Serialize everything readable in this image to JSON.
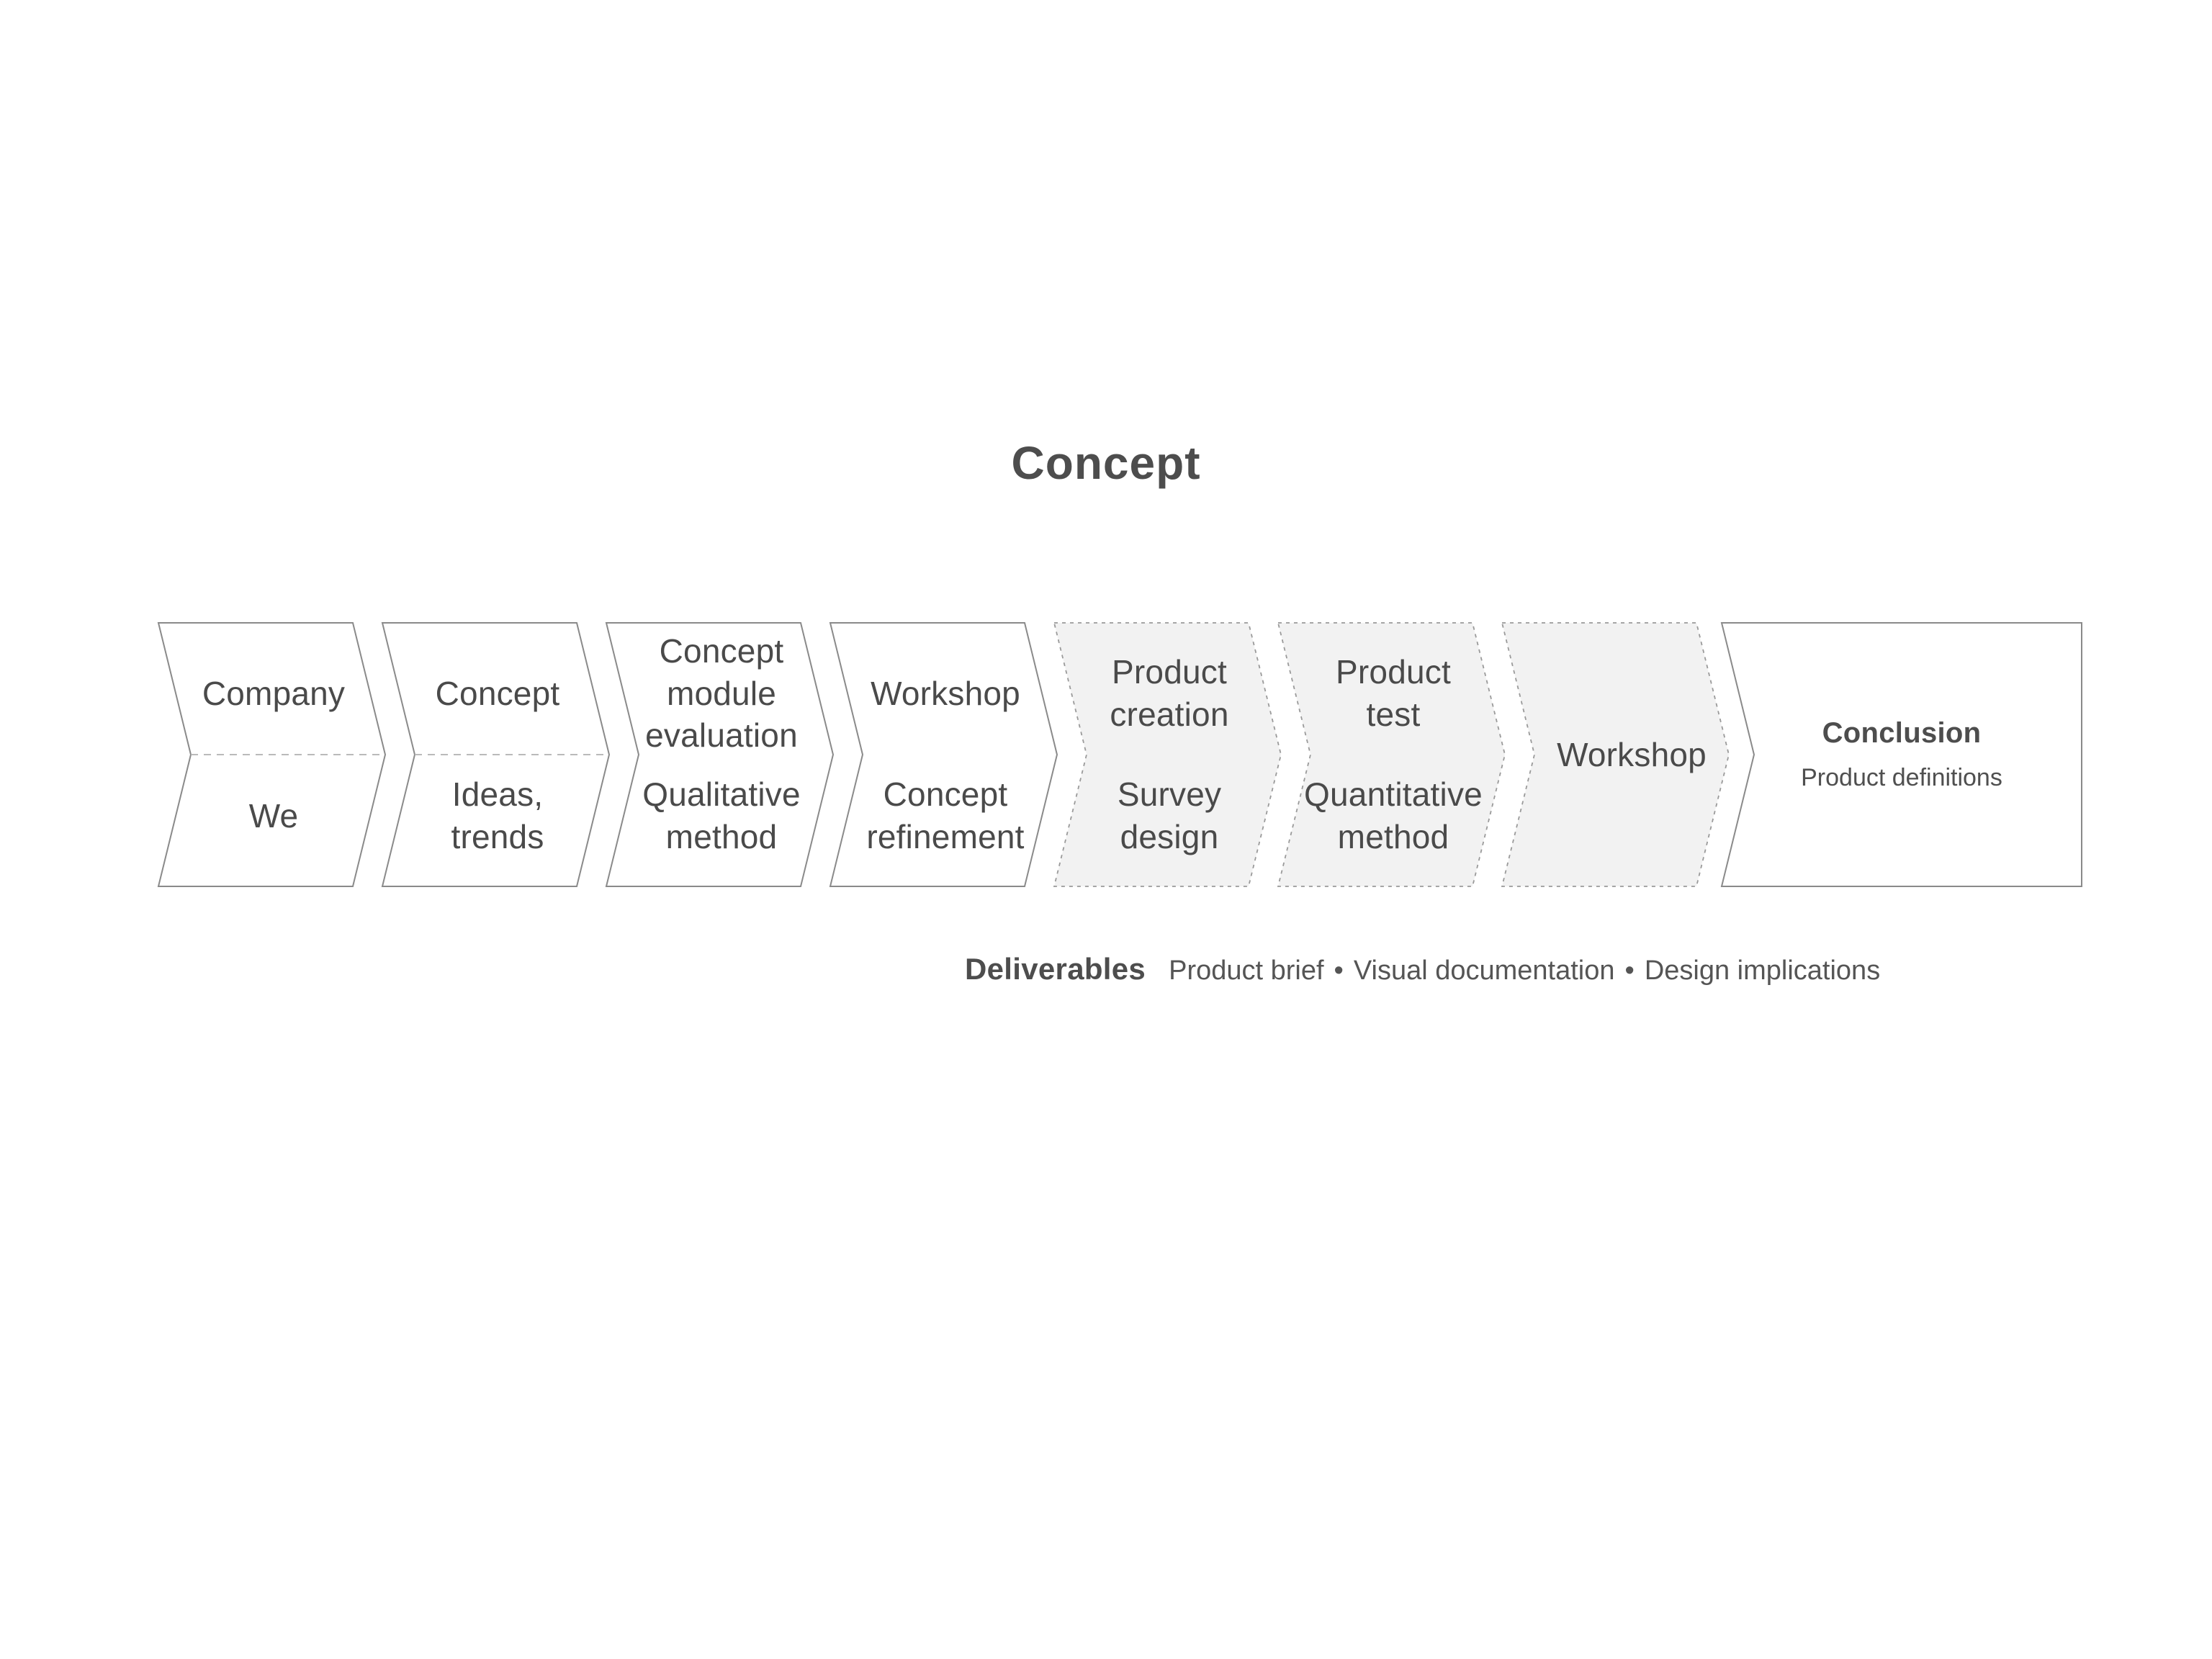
{
  "title": "Concept",
  "steps": [
    {
      "id": "company",
      "top": "Company",
      "bottom": "We",
      "variant": "solid",
      "divider": "dashed"
    },
    {
      "id": "concept",
      "top": "Concept",
      "bottom": "Ideas,\ntrends",
      "variant": "solid",
      "divider": "dashed"
    },
    {
      "id": "concept-module-evaluation",
      "top": "Concept\nmodule\nevaluation",
      "bottom": "Qualitative\nmethod",
      "variant": "solid",
      "divider": "none"
    },
    {
      "id": "workshop-1",
      "top": "Workshop",
      "bottom": "Concept\nrefinement",
      "variant": "solid",
      "divider": "none"
    },
    {
      "id": "product-creation",
      "top": "Product\ncreation",
      "bottom": "Survey\ndesign",
      "variant": "dotted",
      "divider": "none"
    },
    {
      "id": "product-test",
      "top": "Product\ntest",
      "bottom": "Quantitative\nmethod",
      "variant": "dotted",
      "divider": "none"
    },
    {
      "id": "workshop-2",
      "center": "Workshop",
      "variant": "dotted",
      "divider": "none"
    }
  ],
  "conclusion": {
    "heading": "Conclusion",
    "subheading": "Product definitions"
  },
  "deliverables": {
    "label": "Deliverables",
    "items": [
      "Product brief",
      "Visual documentation",
      "Design implications"
    ],
    "bullet": "•"
  },
  "palette": {
    "background": "#ffffff",
    "solid_step_fill": "#ffffff",
    "dotted_step_fill": "#f2f2f2",
    "solid_border": "#8a8a8a",
    "dotted_border": "#9a9a9a",
    "divider_dash": "#b0b0b0",
    "step_text": "#4a4a4a",
    "title_text": "#4d4d4d",
    "deliverables_text": "#555555"
  }
}
